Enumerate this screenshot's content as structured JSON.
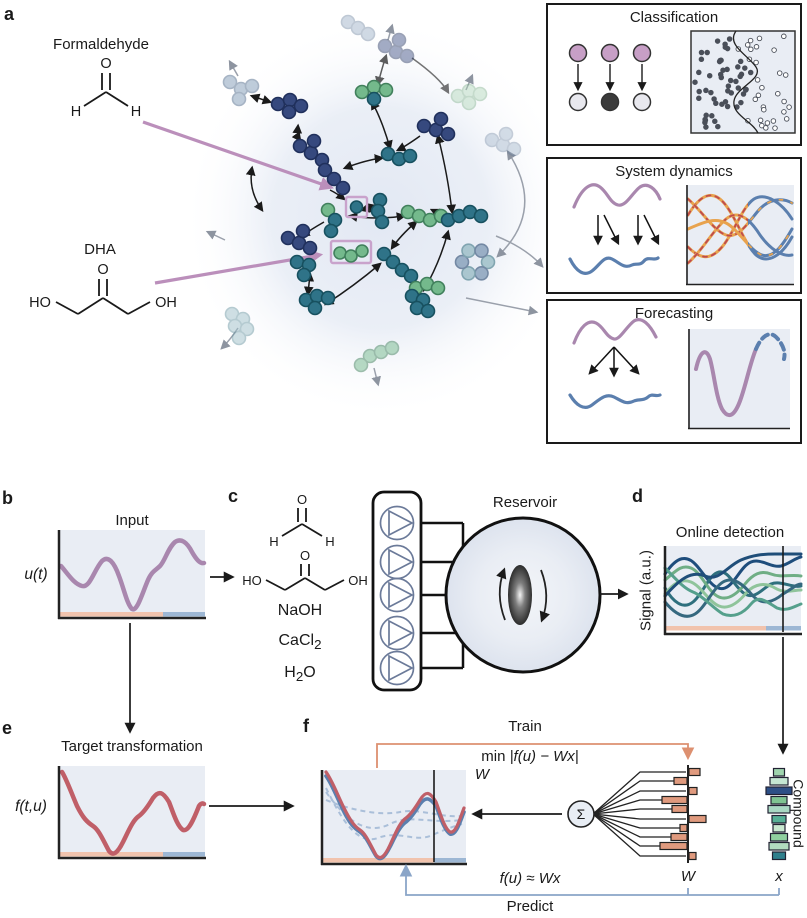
{
  "figure": {
    "panel_labels": {
      "a": "a",
      "b": "b",
      "c": "c",
      "d": "d",
      "e": "e",
      "f": "f"
    },
    "atoms": {
      "o": "O",
      "h": "H",
      "ho": "HO",
      "oh": "OH"
    },
    "panel_a": {
      "molecule_1_label": "Formaldehyde",
      "molecule_2_label": "DHA",
      "boxes": [
        {
          "title": "Classification"
        },
        {
          "title": "System dynamics"
        },
        {
          "title": "Forecasting"
        }
      ]
    },
    "panel_b": {
      "title": "Input",
      "axis_label": "u(t)"
    },
    "panel_c": {
      "reagent_naoh": "NaOH",
      "reagent_cacl2_base": "CaCl",
      "reagent_cacl2_sub": "2",
      "reagent_h2o_h": "H",
      "reagent_h2o_sub": "2",
      "reagent_h2o_o": "O",
      "reservoir_label": "Reservoir"
    },
    "panel_d": {
      "title": "Online detection",
      "axis_label": "Signal (a.u.)"
    },
    "panel_e": {
      "title": "Target transformation",
      "axis_label": "f(t,u)"
    },
    "panel_f": {
      "train_label": "Train",
      "objective_min": "min",
      "objective_sub": "W",
      "objective_expr": "|f(u) − Wx|",
      "sum_symbol": "Σ",
      "weights_label": "W",
      "compound_axis_label": "Compound",
      "compound_vector_label": "x",
      "predict_formula": "f(u) ≈ Wx",
      "predict_label": "Predict"
    },
    "colors": {
      "input_curve": "#a987ae",
      "target_curve": "#c05f68",
      "prediction_curve": "#5b7fae",
      "train_accent": "#dd9070",
      "predict_accent": "#8aa5c8",
      "weights_bar": "#e09a7e",
      "highlight_pink": "#bb8fbb",
      "plot_background": "#e9edf4"
    }
  }
}
